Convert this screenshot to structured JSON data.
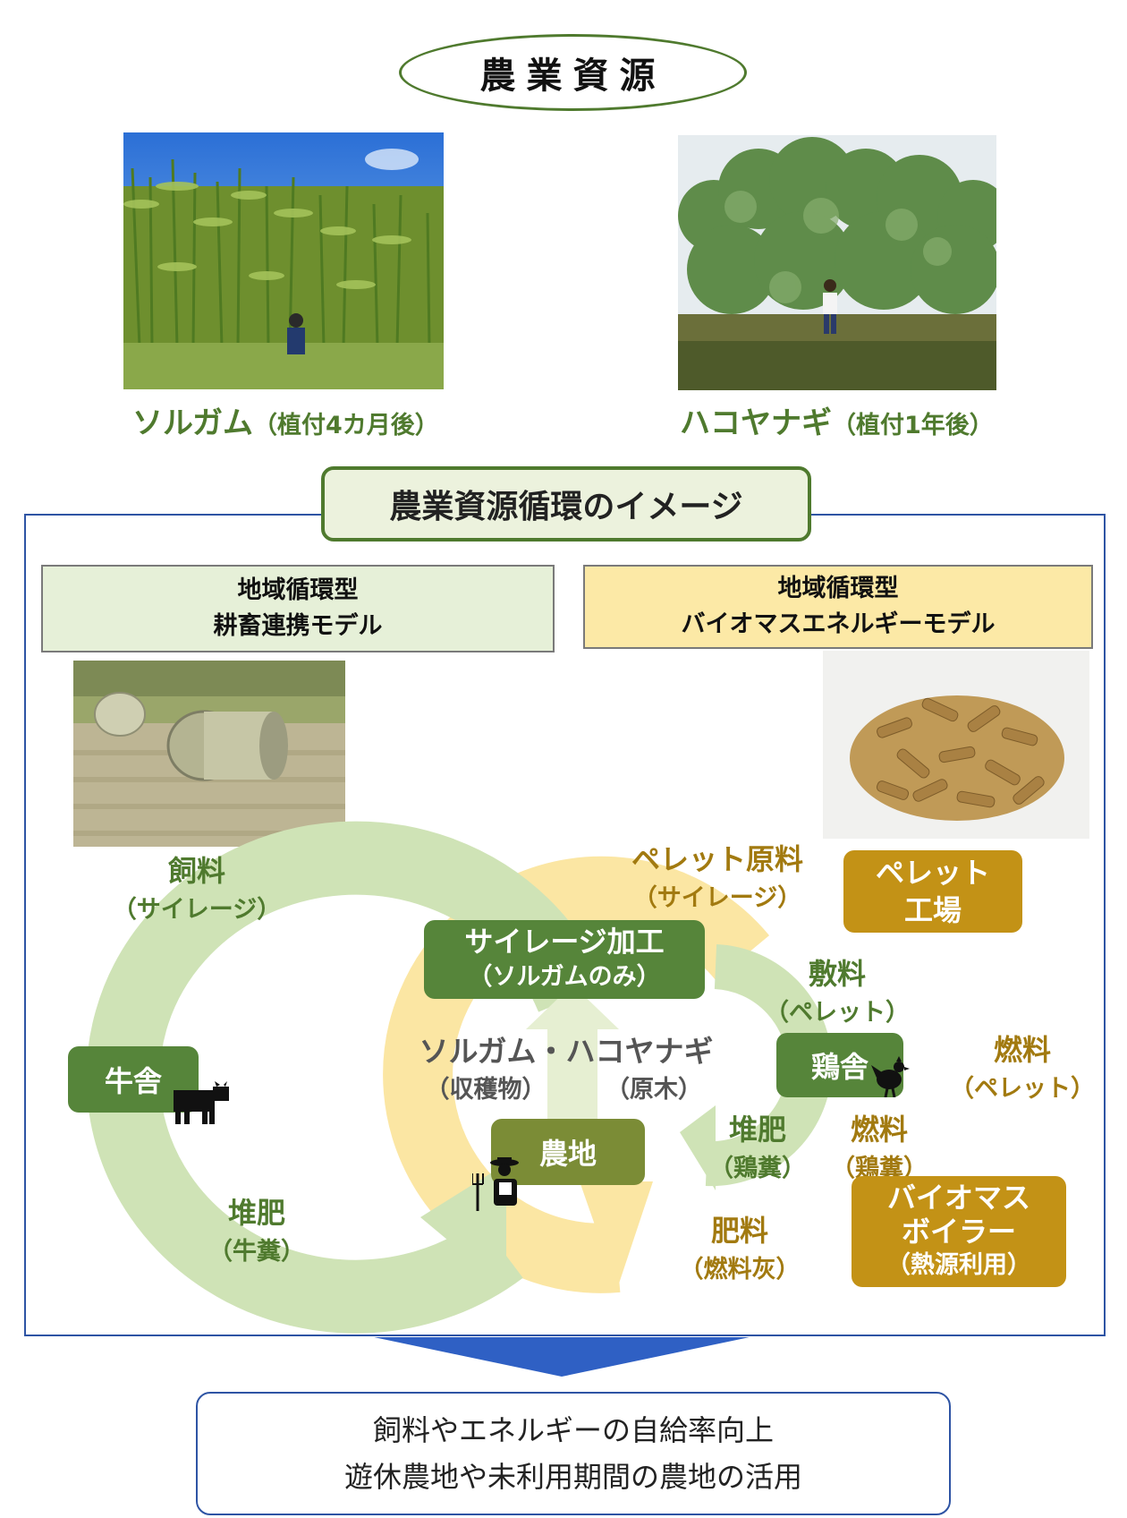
{
  "title": "農業資源",
  "photos": {
    "left_caption": "ソルガム",
    "left_note": "（植付4カ月後）",
    "right_caption": "ハコヤナギ",
    "right_note": "（植付1年後）"
  },
  "cycle_title": "農業資源循環のイメージ",
  "models": {
    "left": {
      "line1": "地域循環型",
      "line2": "耕畜連携モデル"
    },
    "right": {
      "line1": "地域循環型",
      "line2": "バイオマスエネルギーモデル"
    }
  },
  "labels": {
    "feed": "飼料",
    "feed_note": "（サイレージ）",
    "pellet_material": "ペレット原料",
    "pellet_material_note": "（サイレージ）",
    "pellet_factory_1": "ペレット",
    "pellet_factory_2": "工場",
    "silage_processing": "サイレージ加工",
    "silage_processing_note": "（ソルガムのみ）",
    "bedding": "敷料",
    "bedding_note": "（ペレット）",
    "fuel_pellet": "燃料",
    "fuel_pellet_note": "（ペレット）",
    "cowshed": "牛舎",
    "crops": "ソルガム・ハコヤナギ",
    "harvest_note": "（収穫物）",
    "wood_note": "（原木）",
    "henhouse": "鶏舎",
    "compost_chicken": "堆肥",
    "compost_chicken_note": "（鶏糞）",
    "fuel_chicken": "燃料",
    "fuel_chicken_note": "（鶏糞）",
    "farmland": "農地",
    "boiler_1": "バイオマス",
    "boiler_2": "ボイラー",
    "boiler_note": "（熱源利用）",
    "compost_cow": "堆肥",
    "compost_cow_note": "（牛糞）",
    "fertilizer": "肥料",
    "fertilizer_note": "（燃料灰）"
  },
  "summary": {
    "line1": "飼料やエネルギーの自給率向上",
    "line2": "遊休農地や未利用期間の農地の活用"
  },
  "colors": {
    "green_box": "#56853a",
    "gold_box": "#c39216",
    "olive_box": "#7b8c36",
    "green_ring": "#cfe3b6",
    "yellow_ring": "#fbe6a3",
    "frame": "#2e54a4"
  },
  "icons": [
    "cow-icon",
    "rooster-icon",
    "farmer-icon"
  ]
}
